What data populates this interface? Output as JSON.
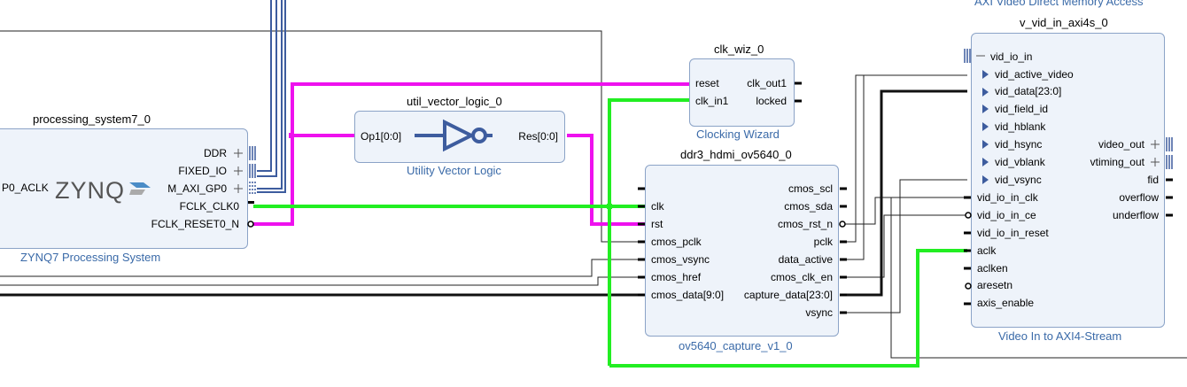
{
  "blocks": {
    "ps7": {
      "instance": "processing_system7_0",
      "ip_name": "ZYNQ7 Processing System",
      "logo": "ZYNQ",
      "left_port_partial": "P0_ACLK",
      "ports": [
        "DDR",
        "FIXED_IO",
        "M_AXI_GP0",
        "FCLK_CLK0",
        "FCLK_RESET0_N"
      ]
    },
    "util": {
      "instance": "util_vector_logic_0",
      "ip_name": "Utility Vector Logic",
      "in_port": "Op1[0:0]",
      "out_port": "Res[0:0]"
    },
    "clkwiz": {
      "instance": "clk_wiz_0",
      "ip_name": "Clocking Wizard",
      "in_ports": [
        "reset",
        "clk_in1"
      ],
      "out_ports": [
        "clk_out1",
        "locked"
      ]
    },
    "ov5640": {
      "instance": "ddr3_hdmi_ov5640_0",
      "ip_name": "ov5640_capture_v1_0",
      "in_ports": [
        "clk",
        "rst",
        "cmos_pclk",
        "cmos_vsync",
        "cmos_href",
        "cmos_data[9:0]"
      ],
      "out_ports": [
        "cmos_scl",
        "cmos_sda",
        "cmos_rst_n",
        "pclk",
        "data_active",
        "cmos_clk_en",
        "capture_data[23:0]",
        "vsync"
      ]
    },
    "vidin": {
      "header_partial": "AXI Video Direct Memory Access",
      "instance": "v_vid_in_axi4s_0",
      "ip_name": "Video In to AXI4-Stream",
      "vid_io_in": "vid_io_in",
      "vid_sub_ports": [
        "vid_active_video",
        "vid_data[23:0]",
        "vid_field_id",
        "vid_hblank",
        "vid_hsync",
        "vid_vblank",
        "vid_vsync"
      ],
      "in_ports": [
        "vid_io_in_clk",
        "vid_io_in_ce",
        "vid_io_in_reset",
        "aclk",
        "aclken",
        "aresetn",
        "axis_enable"
      ],
      "out_ports": [
        "video_out",
        "vtiming_out",
        "fid",
        "overflow",
        "underflow"
      ]
    }
  },
  "colors": {
    "block_fill": "#eef3fa",
    "block_border": "#8ba3c7",
    "title_blue": "#3a6aa8",
    "bus": "#3d5c9e",
    "net_clk": "#22ee22",
    "net_reset": "#ee11ee",
    "net_wire": "#000000"
  },
  "icons": [
    "inverter-gate-icon",
    "zynq-logo-icon",
    "bus-interface-icon",
    "expand-plus-icon",
    "port-arrow-icon",
    "inverted-port-icon"
  ]
}
